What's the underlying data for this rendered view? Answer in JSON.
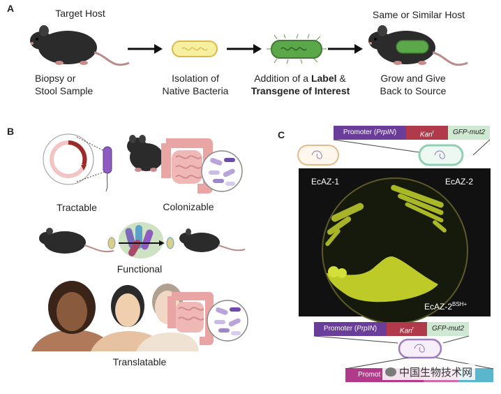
{
  "panel_a": {
    "letter": "A",
    "target_host_label": "Target Host",
    "step1_line1": "Biopsy or",
    "step1_line2": "Stool Sample",
    "step2_line1": "Isolation of",
    "step2_line2": "Native Bacteria",
    "step3_line1_prefix": "Addition of a ",
    "step3_line1_bold": "Label",
    "step3_line1_suffix": " &",
    "step3_line2_bold": "Transgene of Interest",
    "same_host_label": "Same or Similar Host",
    "step4_line1": "Grow and Give",
    "step4_line2": "Back to Source"
  },
  "panel_b": {
    "letter": "B",
    "tractable": "Tractable",
    "colonizable": "Colonizable",
    "functional": "Functional",
    "translatable": "Translatable"
  },
  "panel_c": {
    "letter": "C",
    "construct_promoter_prefix": "Promoter (",
    "construct_promoter_gene": "PrpIN",
    "construct_promoter_suffix": ")",
    "construct_kan": "Kan",
    "construct_kan_sup": "r",
    "construct_gfp": "GFP-mut2",
    "plate_label_1": "EcAZ-1",
    "plate_label_2": "EcAZ-2",
    "plate_label_3_base": "EcAZ-2",
    "plate_label_3_sup": "BSH+",
    "bottom_partial_label": "Promot",
    "watermark": "中国生物技术网"
  },
  "colors": {
    "promoter": "#6a3d9a",
    "kan": "#b03a4a",
    "gfp": "#cfe8d2",
    "arrow": "#111111",
    "bacteria_yellow": "#f6efa0",
    "bacteria_green": "#5aa84a",
    "plate_bg": "#111111",
    "colony": "#c6d42a"
  }
}
